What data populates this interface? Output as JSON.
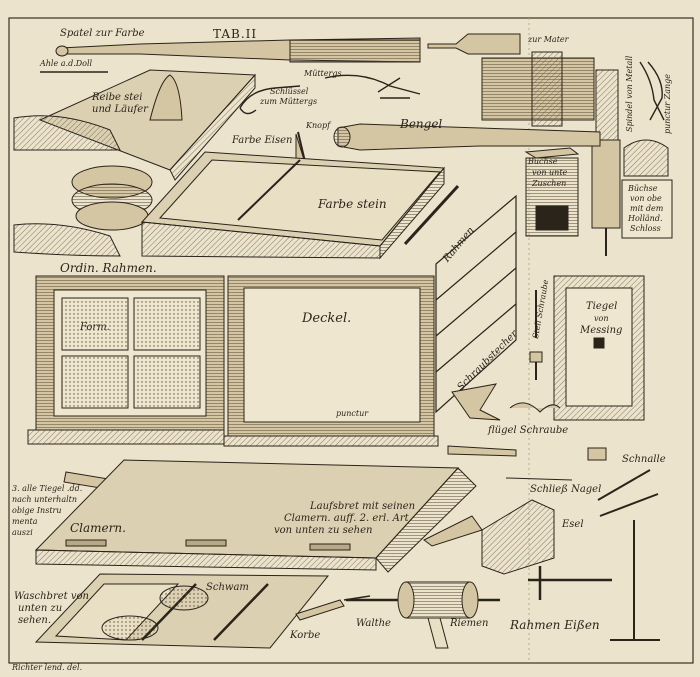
{
  "plate": {
    "tab": "TAB.II",
    "credit": "Richter lend. del.",
    "colors": {
      "paper": "#ece3cc",
      "ink": "#2b241a",
      "wood": "#d4c6a3"
    }
  },
  "labels": {
    "spatel": "Spatel zur Farbe",
    "ahle": "Ahle a.d.Doll",
    "reibestein": "Reibe stei",
    "laufer": "und Läufer",
    "muttergs": "Müttergs",
    "schlussel": "Schlüssel",
    "zum_muttergs": "zum Müttergs",
    "mater": "zur Mater",
    "spindel": "Spindel von Metall",
    "punctur_zange": "punctur Zange",
    "farbe_eisen": "Farbe Eisen",
    "knopf": "Knopf",
    "bengel": "Bengel",
    "buchse1": "Büchse",
    "buchse2": "von unte",
    "buchse3": "Zuschen",
    "farbe_stein": "Farbe stein",
    "buchse_holl1": "Büchse",
    "buchse_holl2": "von obe",
    "buchse_holl3": "mit dem",
    "buchse_holl4": "Holländ.",
    "buchse_holl5": "Schloss",
    "ordin_rahmen": "Ordin. Rahmen.",
    "form": "Form.",
    "deckel": "Deckel.",
    "rahmen": "Rahmen",
    "stell_schraube": "Stell Schraube",
    "tiegel1": "Tiegel",
    "tiegel2": "von",
    "tiegel3": "Messing",
    "punctur": "punctur",
    "schraubstecher": "Schraubstecher",
    "flugel_schraube": "flügel Schraube",
    "schnalle": "Schnalle",
    "schliess_nagel": "Schließ Nagel",
    "esel": "Esel",
    "laufsbret1": "Laufsbret mit seinen",
    "laufsbret2": "Clamern. auff. 2. erl. Art",
    "laufsbret3": "von unten zu sehen",
    "clamern": "Clamern.",
    "note1": "3. alle Tiegel .dd.",
    "note2": "nach unterhaltn",
    "note3": "obige Instru",
    "note4": "menta",
    "note5": "auszi",
    "waschbret1": "Waschbret von",
    "waschbret2": "unten zu",
    "waschbret3": "sehen.",
    "schwamm": "Schwam",
    "korbe": "Korbe",
    "walthe": "Walthe",
    "riemen": "Riemen",
    "rahmen_eisen": "Rahmen Eißen"
  }
}
